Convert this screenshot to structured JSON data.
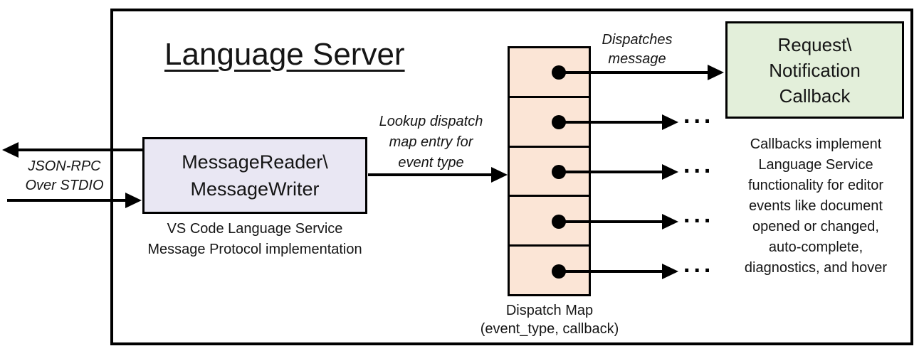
{
  "diagram": {
    "title": "Language Server"
  },
  "message_reader": {
    "line1": "MessageReader\\",
    "line2": "MessageWriter",
    "caption_line1": "VS Code Language Service",
    "caption_line2": "Message Protocol implementation"
  },
  "dispatch_map": {
    "row_count": 5,
    "caption_line1": "Dispatch Map",
    "caption_line2": "(event_type, callback)"
  },
  "callback_box": {
    "line1": "Request\\",
    "line2": "Notification",
    "line3": "Callback"
  },
  "labels": {
    "json_rpc_line1": "JSON-RPC",
    "json_rpc_line2": "Over STDIO",
    "lookup_line1": "Lookup dispatch",
    "lookup_line2": "map entry for",
    "lookup_line3": "event type",
    "dispatches_line1": "Dispatches",
    "dispatches_line2": "message",
    "ellipsis": "..."
  },
  "callbacks_note": {
    "line1": "Callbacks implement",
    "line2": "Language Service",
    "line3": "functionality for editor",
    "line4": "events like document",
    "line5": "opened or changed,",
    "line6": "auto-complete,",
    "line7": "diagnostics, and hover"
  },
  "colors": {
    "border": "#000000",
    "message_reader_fill": "#e9e7f3",
    "dispatch_map_fill": "#fbe5d6",
    "callback_fill": "#e3efda",
    "background": "#ffffff"
  }
}
